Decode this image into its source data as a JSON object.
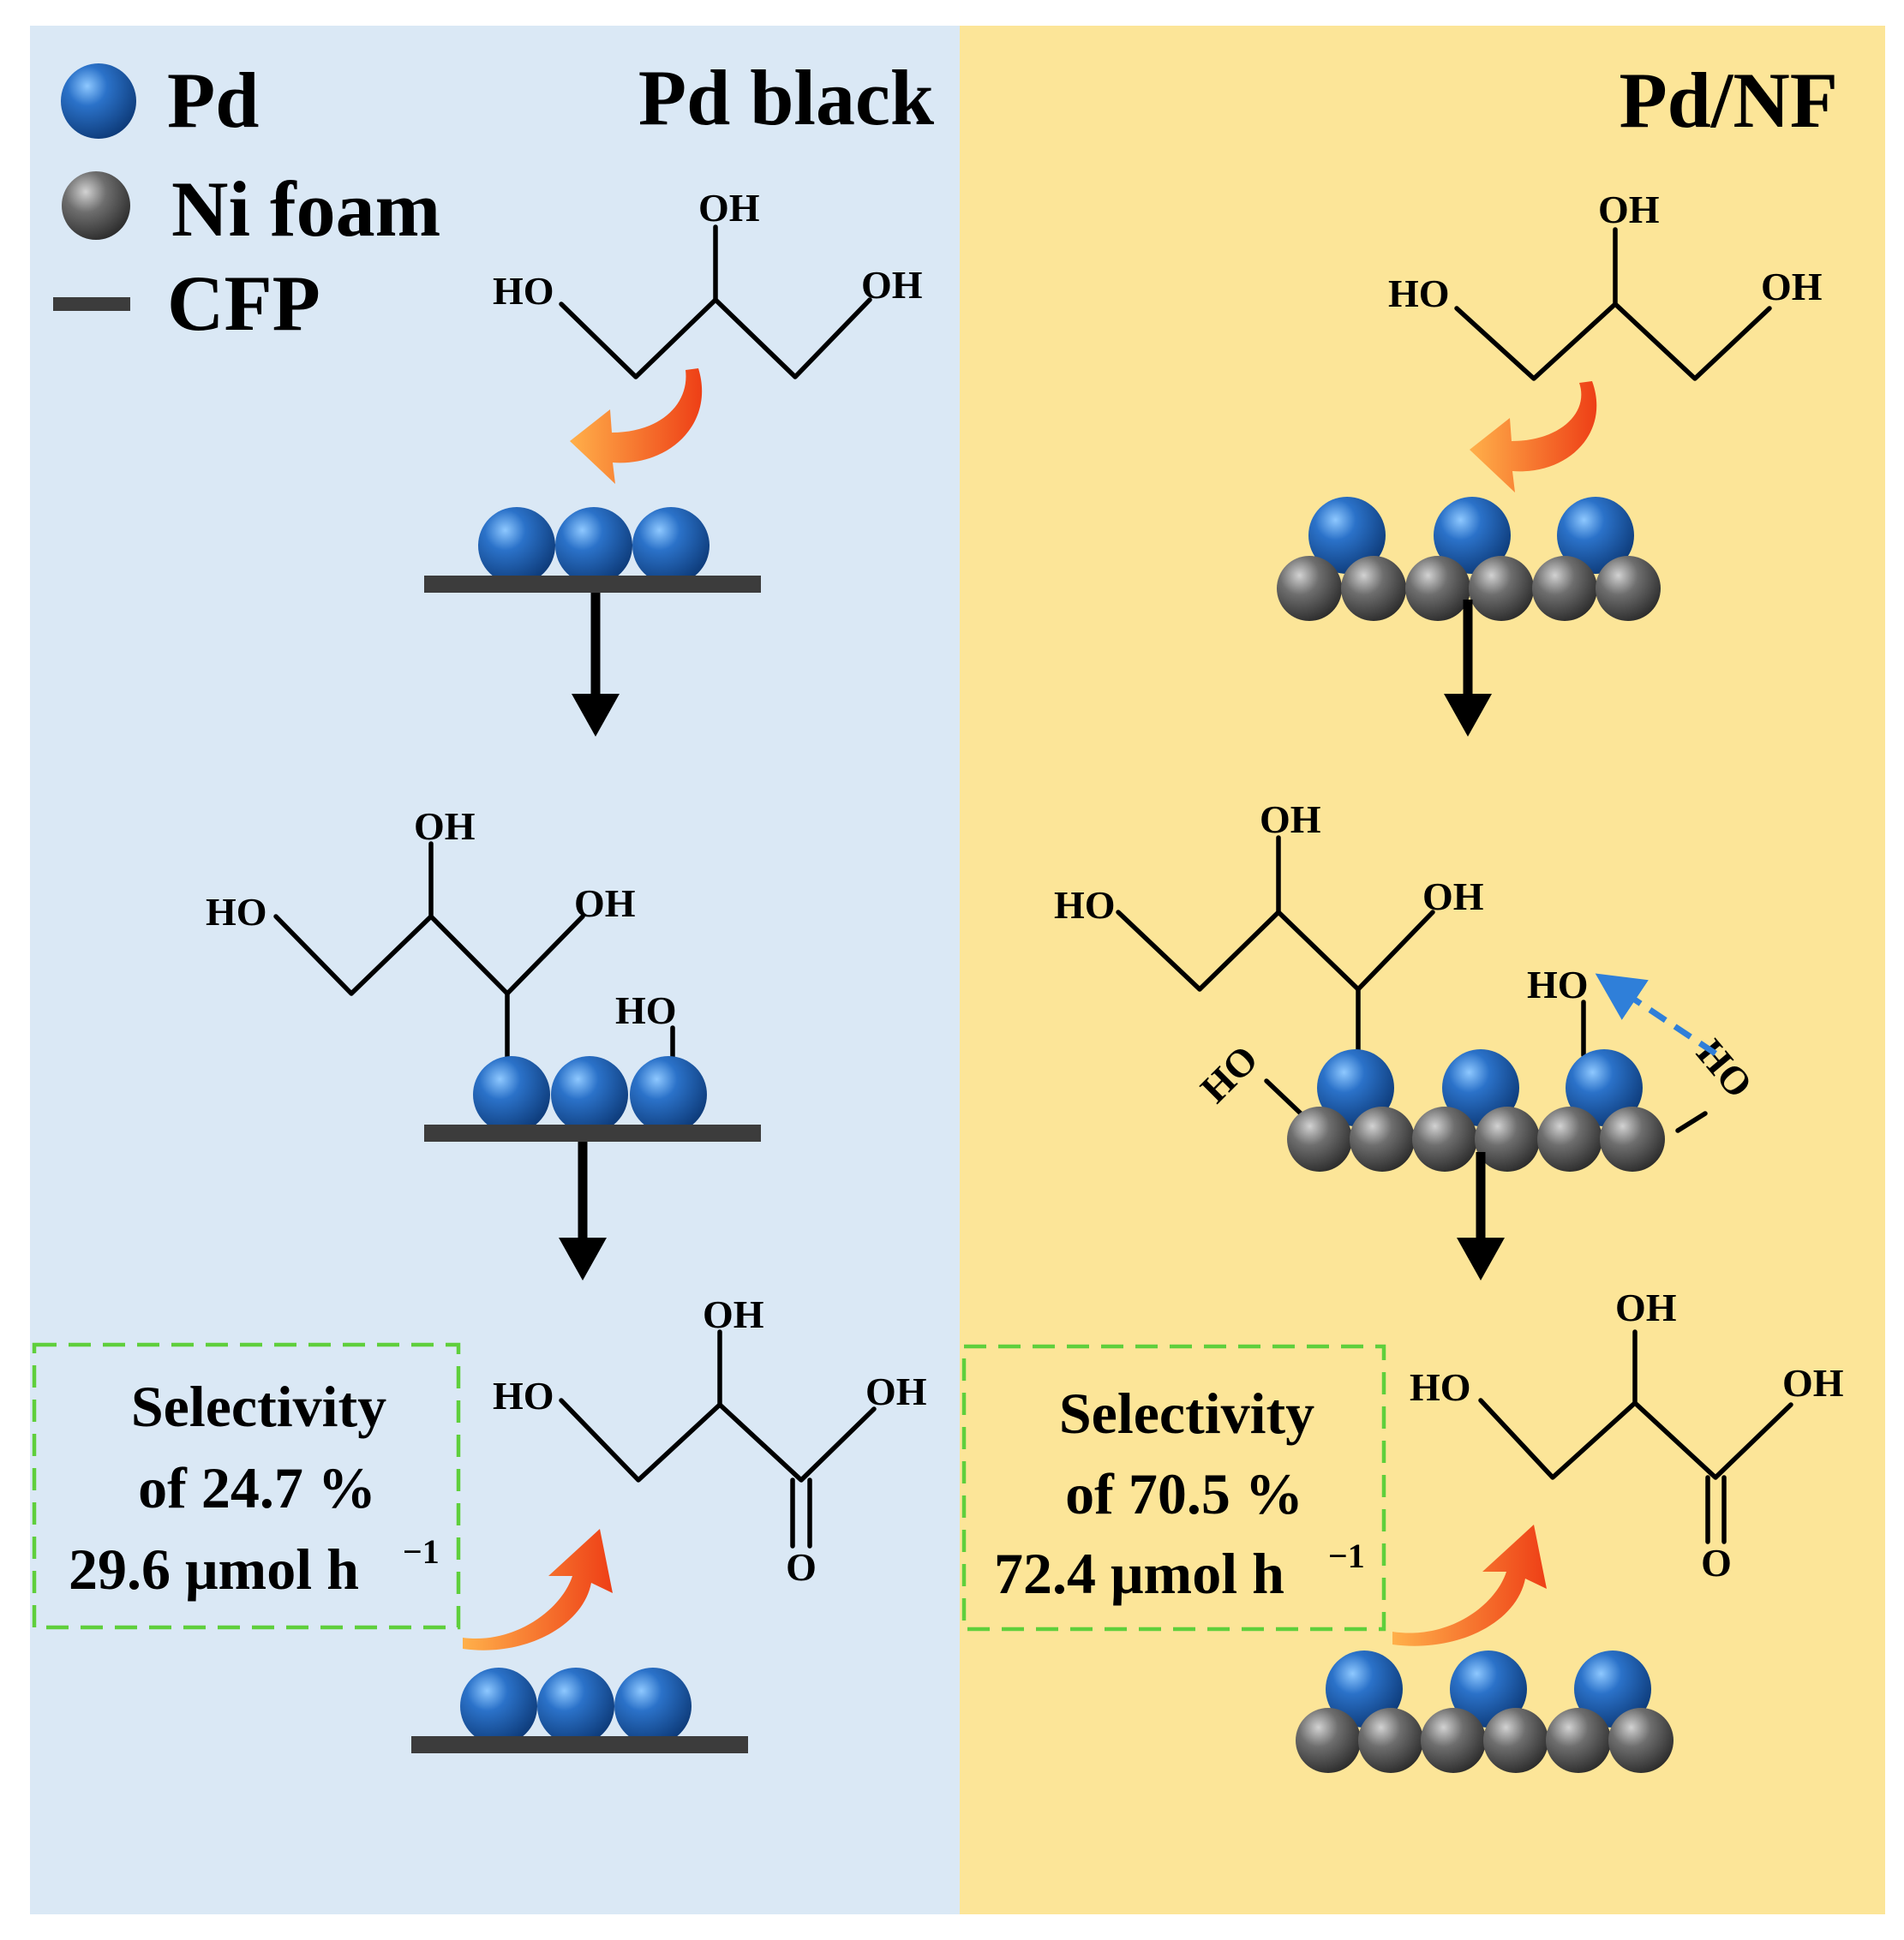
{
  "legend": {
    "pd": "Pd",
    "ni_foam": "Ni foam",
    "cfp": "CFP"
  },
  "panels": {
    "left_title": "Pd black",
    "right_title": "Pd/NF"
  },
  "atoms": {
    "oh": "OH",
    "ho": "HO",
    "o": "O"
  },
  "results": {
    "left": {
      "line1": "Selectivity",
      "line2": "of 24.7 %",
      "line3": "29.6 μmol h",
      "sup": "−1"
    },
    "right": {
      "line1": "Selectivity",
      "line2": "of 70.5 %",
      "line3": "72.4 μmol h",
      "sup": "−1"
    }
  },
  "colors": {
    "left_bg": "#dae8f5",
    "right_bg": "#fce598",
    "pd_sphere": "#1f5fb5",
    "ni_sphere": "#6e6e6e",
    "cfp_bar": "#3c3c3c",
    "curved_arrow": "#f25a1e",
    "result_box": "#5fcf3c",
    "dashed_arrow": "#2f7fd9"
  }
}
